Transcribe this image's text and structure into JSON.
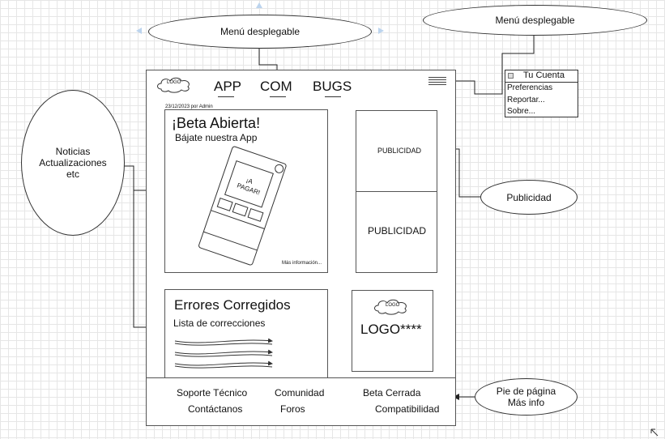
{
  "callouts": {
    "menu_top": "Menú desplegable",
    "menu_right": "Menú desplegable",
    "news": [
      "Noticias",
      "Actualizaciones",
      "etc"
    ],
    "ads": "Publicidad",
    "footer": [
      "Pie de página",
      "Más info"
    ]
  },
  "dropdown": {
    "title": "Tu Cuenta",
    "items": [
      "Preferencias",
      "Reportar...",
      "Sobre..."
    ]
  },
  "header": {
    "logo": "LOGO",
    "nav": [
      "APP",
      "COM",
      "BUGS"
    ]
  },
  "post": {
    "meta": "23/12/2023 por Admin",
    "title": "¡Beta Abierta!",
    "subtitle": "Bájate nuestra App",
    "phone_text": [
      "¡A",
      "PAGAR!"
    ],
    "more": "Más información..."
  },
  "ads": {
    "top": "PUBLICIDAD",
    "bottom": "PUBLICIDAD"
  },
  "errors": {
    "title": "Errores Corregidos",
    "subtitle": "Lista de correcciones"
  },
  "logo_box": {
    "small": "LOGO",
    "big": "LOGO****"
  },
  "footer": {
    "col1": [
      "Soporte Técnico",
      "Contáctanos"
    ],
    "col2": [
      "Comunidad",
      "Foros"
    ],
    "col3": [
      "Beta Cerrada",
      "Compatibilidad"
    ]
  }
}
